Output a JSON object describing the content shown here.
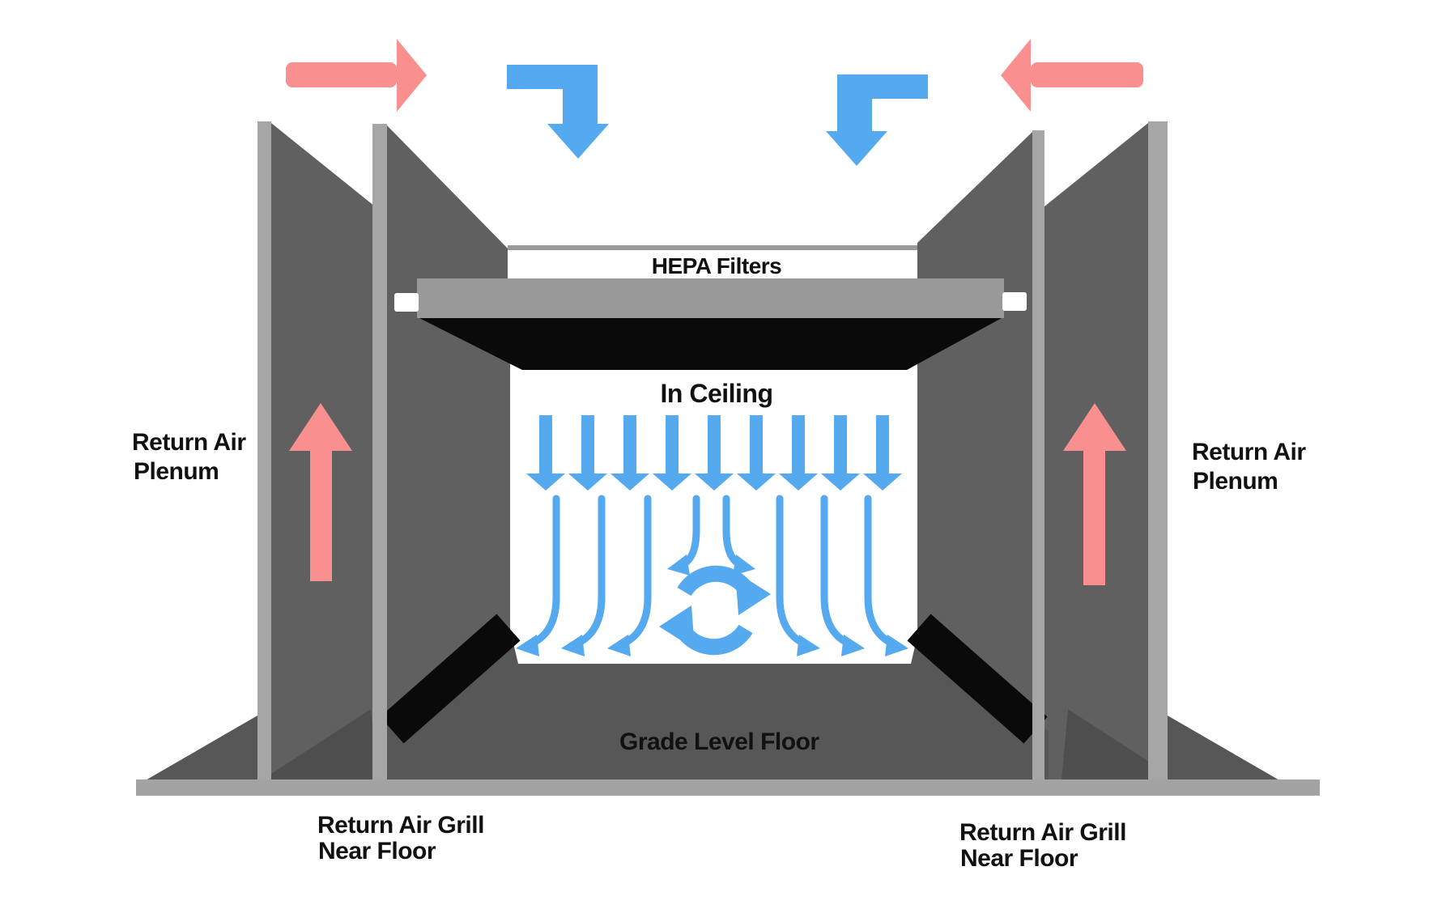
{
  "title": "HEPA filter ceiling airflow diagram",
  "colors": {
    "background_white": "#ffffff",
    "return_air_red": "#f98f8f",
    "supply_air_blue": "#55a9ef",
    "wall_face_gray": "#606060",
    "wall_edge_gray": "#a6a6a6",
    "channel_wedge_gray": "#4e4e4e",
    "floor_surface_gray": "#575757",
    "floor_slab_gray": "#a3a3a3",
    "filter_housing_gray": "#999999",
    "hepa_band_line_gray": "#9a9a9a",
    "grill_black": "#0a0a0a",
    "text_black": "#111111"
  },
  "labels": {
    "hepa_filters": "HEPA Filters",
    "in_ceiling": "In Ceiling",
    "grade_level_floor": "Grade Level Floor",
    "return_air_plenum_left": {
      "line1": "Return Air",
      "line2": "Plenum"
    },
    "return_air_plenum_right": {
      "line1": "Return Air",
      "line2": "Plenum"
    },
    "return_air_grill_left": {
      "line1": "Return Air Grill",
      "line2": "Near Floor"
    },
    "return_air_grill_right": {
      "line1": "Return Air Grill",
      "line2": "Near Floor"
    }
  },
  "airflow": {
    "supply_arrow_count": 9,
    "curved_arrow_count": 8,
    "recirculation_icon": "clockwise-recirculation-arrows",
    "return_flow_direction": "up-through-wall-plenums",
    "supply_flow_direction": "down-through-ceiling-hepa-filters"
  }
}
